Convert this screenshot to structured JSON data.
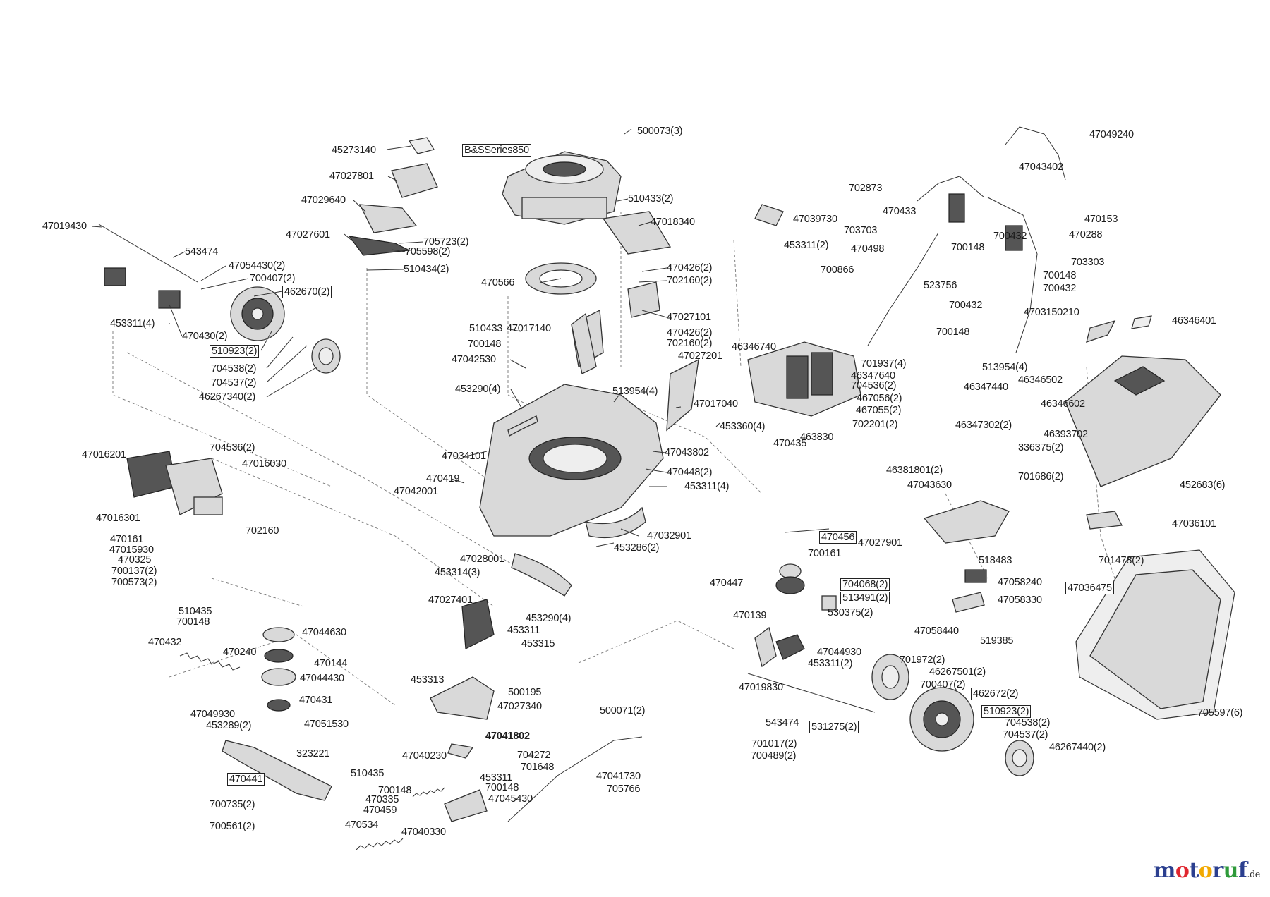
{
  "brand": {
    "segments": [
      {
        "text": "m",
        "color": "#2b3f8f"
      },
      {
        "text": "o",
        "color": "#e0262f"
      },
      {
        "text": "t",
        "color": "#2b3f8f"
      },
      {
        "text": "o",
        "color": "#f2a900"
      },
      {
        "text": "r",
        "color": "#2b3f8f"
      },
      {
        "text": "u",
        "color": "#2e9a3a"
      },
      {
        "text": "f",
        "color": "#2b3f8f"
      }
    ],
    "suffix": ".de"
  },
  "labels": [
    "500073(3)",
    "B&SSeries850",
    "45273140",
    "47027801",
    "47029640",
    "47027601",
    "705723(2)",
    "705598(2)",
    "510434(2)",
    "510433(2)",
    "47018340",
    "470566",
    "470426(2)",
    "702160(2)",
    "47027101",
    "510433",
    "47017140",
    "700148",
    "470426(2)",
    "702160(2)",
    "47027201",
    "47042530",
    "453290(4)",
    "513954(4)",
    "47017040",
    "453360(4)",
    "47034101",
    "47043802",
    "470419",
    "47042001",
    "470448(2)",
    "453311(4)",
    "47032901",
    "453286(2)",
    "47019430",
    "543474",
    "47054430(2)",
    "700407(2)",
    "462670(2)",
    "453311(4)",
    "470430(2)",
    "510923(2)",
    "704538(2)",
    "704537(2)",
    "46267340(2)",
    "47039730",
    "453311(2)",
    "47049240",
    "47043402",
    "702873",
    "470433",
    "470153",
    "703703",
    "700432",
    "470288",
    "470498",
    "700148",
    "703303",
    "700866",
    "700148",
    "523756",
    "700432",
    "700432",
    "4703150210",
    "700148",
    "46346740",
    "701937(4)",
    "46347640",
    "513954(4)",
    "46347440",
    "704536(2)",
    "467056(2)",
    "467055(2)",
    "702201(2)",
    "46347302(2)",
    "46346401",
    "46346502",
    "46346602",
    "46393702",
    "336375(2)",
    "452683(6)",
    "701686(2)",
    "470435",
    "463830",
    "46381801(2)",
    "47043630",
    "47036101",
    "47027901",
    "518483",
    "701478(2)",
    "47058240",
    "47036475",
    "47058330",
    "47058440",
    "519385",
    "705597(6)",
    "47016201",
    "704536(2)",
    "47016030",
    "47016301",
    "702160",
    "470161",
    "47015930",
    "470325",
    "700137(2)",
    "700573(2)",
    "510435",
    "700148",
    "470432",
    "47044630",
    "470240",
    "470144",
    "47044430",
    "470431",
    "47049930",
    "47051530",
    "453289(2)",
    "323221",
    "470441",
    "700735(2)",
    "700561(2)",
    "47028001",
    "453314(3)",
    "47027401",
    "453290(4)",
    "453311",
    "453315",
    "453313",
    "500195",
    "47027340",
    "500071(2)",
    "47041802",
    "47040230",
    "704272",
    "701648",
    "510435",
    "453311",
    "700148",
    "700148",
    "47045430",
    "470335",
    "470459",
    "470534",
    "47040330",
    "47041730",
    "705766",
    "470456",
    "700161",
    "470447",
    "704068(2)",
    "513491(2)",
    "530375(2)",
    "470139",
    "47044930",
    "453311(2)",
    "701972(2)",
    "46267501(2)",
    "47019830",
    "700407(2)",
    "462672(2)",
    "510923(2)",
    "543474",
    "531275(2)",
    "704538(2)",
    "701017(2)",
    "704537(2)",
    "700489(2)",
    "46267440(2)"
  ]
}
